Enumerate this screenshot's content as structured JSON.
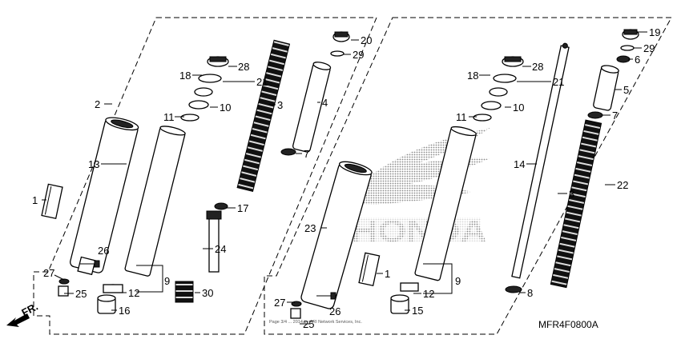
{
  "diagram_code": "MFR4F0800A",
  "brand_watermark": "HONDA",
  "direction_label": "FR.",
  "copyright_note": "Page 3/4 ... 2014 by ARI Network Services, Inc.",
  "callouts": {
    "c1a": "1",
    "c2": "2",
    "c3a": "3",
    "c4": "4",
    "c7a": "7",
    "c9a": "9",
    "c10a": "10",
    "c11a": "11",
    "c12a": "12",
    "c13": "13",
    "c16": "16",
    "c17": "17",
    "c18a": "18",
    "c20": "20",
    "c21a": "21",
    "c24": "24",
    "c25a": "25",
    "c26a": "26",
    "c27a": "27",
    "c28a": "28",
    "c29a": "29",
    "c30": "30",
    "c1b": "1",
    "c3b": "3",
    "c5": "5",
    "c6": "6",
    "c7b": "7",
    "c8": "8",
    "c9b": "9",
    "c10b": "10",
    "c11b": "11",
    "c12b": "12",
    "c14": "14",
    "c15": "15",
    "c18b": "18",
    "c19": "19",
    "c21b": "21",
    "c22": "22",
    "c23": "23",
    "c25b": "25",
    "c26b": "26",
    "c27b": "27",
    "c28b": "28",
    "c29b": "29"
  }
}
